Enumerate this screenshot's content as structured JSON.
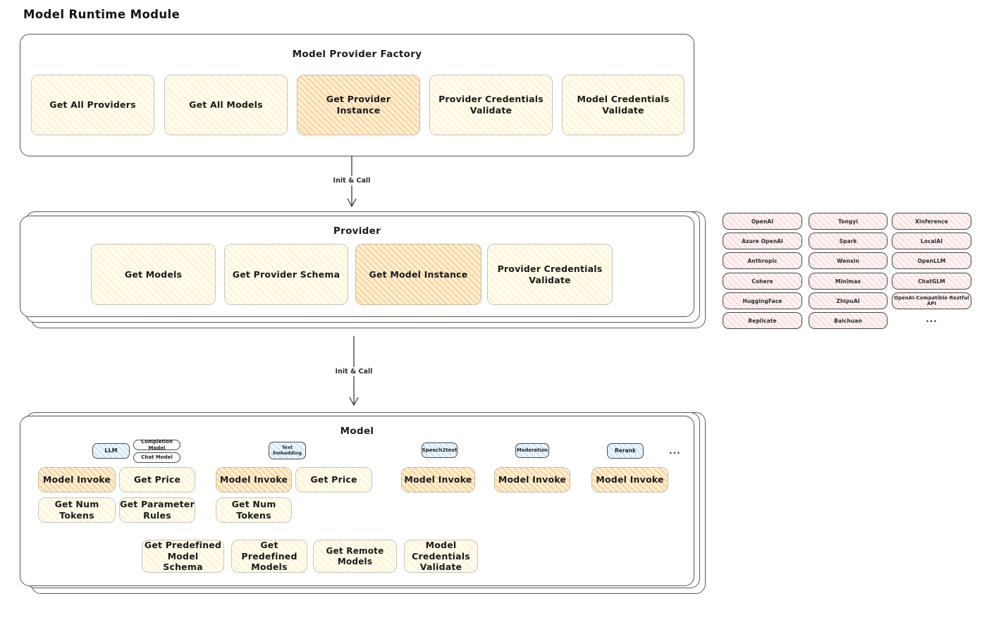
{
  "title": "Model Runtime Module",
  "colors": {
    "yellow_fill": "#fffcf0",
    "yellow_hatch": "#fadb7d",
    "orange_fill": "#fdf0d7",
    "orange_hatch": "#f9b150",
    "pink_fill": "#fdf4f4",
    "pink_hatch": "#ff9696",
    "blue_fill": "#eef6fd",
    "blue_hatch": "#6eafeb",
    "stroke": "#545454"
  },
  "factory": {
    "title": "Model Provider Factory",
    "boxes": [
      {
        "label": "Get All Providers",
        "highlight": false
      },
      {
        "label": "Get All Models",
        "highlight": false
      },
      {
        "label": "Get Provider\nInstance",
        "highlight": true
      },
      {
        "label": "Provider Credentials\nValidate",
        "highlight": false
      },
      {
        "label": "Model Credentials\nValidate",
        "highlight": false
      }
    ]
  },
  "arrow1_label": "Init & Call",
  "arrow2_label": "Init & Call",
  "provider": {
    "title": "Provider",
    "boxes": [
      {
        "label": "Get Models",
        "highlight": false
      },
      {
        "label": "Get Provider Schema",
        "highlight": false
      },
      {
        "label": "Get Model Instance",
        "highlight": true
      },
      {
        "label": "Provider Credentials\nValidate",
        "highlight": false
      }
    ]
  },
  "vendors": {
    "col1": [
      "OpenAI",
      "Azure OpenAI",
      "Anthropic",
      "Cohere",
      "HuggingFace",
      "Replicate"
    ],
    "col2": [
      "Tongyi",
      "Spark",
      "Wenxin",
      "Minimax",
      "ZhipuAI",
      "Baichuan"
    ],
    "col3": [
      "Xinference",
      "LocalAI",
      "OpenLLM",
      "ChatGLM",
      "OpenAI-Compatible Restful API"
    ],
    "more": "..."
  },
  "model": {
    "title": "Model",
    "types": {
      "llm": "LLM",
      "completion": "Completion Model",
      "chat": "Chat Model",
      "text_embedding": "Text\nEmbedding",
      "speech2text": "Speech2text",
      "moderation": "Moderation",
      "rerank": "Rerank",
      "more": "..."
    },
    "row1": [
      {
        "label": "Model Invoke",
        "highlight": true
      },
      {
        "label": "Get Price",
        "highlight": false
      },
      {
        "label": "Model Invoke",
        "highlight": true
      },
      {
        "label": "Get Price",
        "highlight": false
      },
      {
        "label": "Model Invoke",
        "highlight": true
      },
      {
        "label": "Model Invoke",
        "highlight": true
      },
      {
        "label": "Model Invoke",
        "highlight": true
      }
    ],
    "row2": [
      {
        "label": "Get Num Tokens"
      },
      {
        "label": "Get Parameter\nRules"
      },
      {
        "label": "Get Num Tokens"
      }
    ],
    "row3": [
      {
        "label": "Get Predefined Model\nSchema"
      },
      {
        "label": "Get Predefined\nModels"
      },
      {
        "label": "Get Remote Models"
      },
      {
        "label": "Model Credentials\nValidate"
      }
    ]
  }
}
